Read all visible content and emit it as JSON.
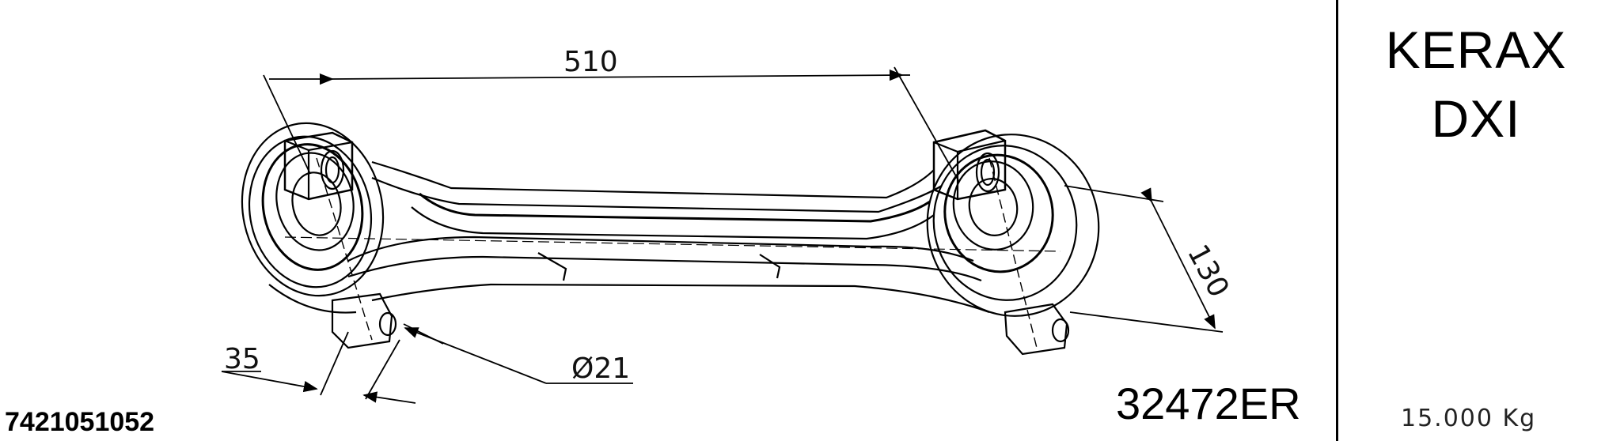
{
  "dimensions": {
    "length": "510",
    "height": "130",
    "width": "35",
    "diameter": "Ø21"
  },
  "model": {
    "line1": "KERAX",
    "line2": "DXI"
  },
  "part_number": "32472ER",
  "oem_number": "7421051052",
  "weight": "15.000 Kg"
}
